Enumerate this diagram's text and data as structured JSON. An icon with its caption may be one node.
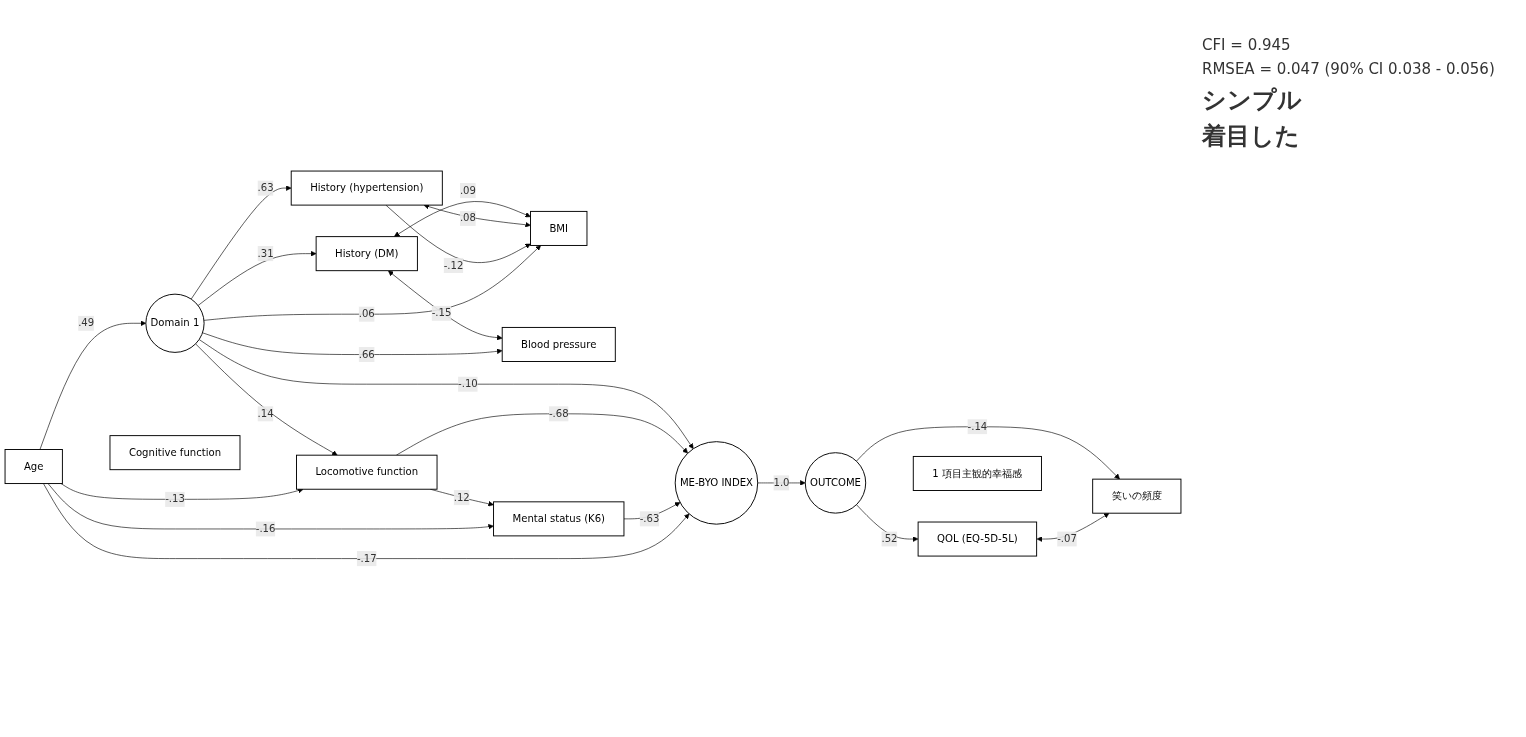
{
  "diagram": {
    "nodes": [
      {
        "text": [
          "History (DM)"
        ]
      },
      {
        "text": [
          "History (hypertension)"
        ]
      },
      {
        "text": [
          "BMI"
        ]
      },
      {
        "text": [
          "Domain 1"
        ]
      },
      {
        "text": [
          "Blood pressure"
        ]
      },
      {
        "text": [
          "QOL (EQ-5D-5L)"
        ]
      },
      {
        "text": [
          "Cognitive function"
        ]
      },
      {
        "text": [
          "ME-BYO INDEX"
        ]
      },
      {
        "text": [
          "OUTCOME"
        ]
      },
      {
        "text": [
          "1 項目主観的幸福感"
        ]
      },
      {
        "text": [
          "Locomotive function"
        ]
      },
      {
        "text": [
          "笑いの頻度"
        ]
      },
      {
        "text": [
          "Mental status (K6)"
        ]
      },
      {
        "text": [
          "Age"
        ]
      }
    ],
    "edges": [
      {
        "from": 0,
        "to": 2,
        "arrow": "both",
        "label": ".09"
      },
      {
        "from": 0,
        "to": 4,
        "arrow": "both",
        "label": "-.15"
      },
      {
        "from": 1,
        "to": 2,
        "arrow": "both",
        "label": ".08"
      },
      {
        "from": 1,
        "to": 2,
        "arrow": "to",
        "label": "-.12"
      },
      {
        "from": 3,
        "to": 0,
        "arrow": "to",
        "label": ".31"
      },
      {
        "from": 3,
        "to": 1,
        "arrow": "to",
        "label": ".63"
      },
      {
        "from": 3,
        "to": 2,
        "arrow": "to",
        "label": ".06"
      },
      {
        "from": 3,
        "to": 4,
        "arrow": "to",
        "label": ".66"
      },
      {
        "from": 3,
        "to": 7,
        "arrow": "to",
        "label": "-.10"
      },
      {
        "from": 3,
        "to": 10,
        "arrow": "to",
        "label": ".14"
      },
      {
        "from": 10,
        "to": 7,
        "arrow": "to",
        "label": "-.68"
      },
      {
        "from": 12,
        "to": 7,
        "arrow": "to",
        "label": "-.63"
      },
      {
        "from": 10,
        "to": 12,
        "arrow": "to",
        "label": ".12"
      },
      {
        "from": 13,
        "to": 10,
        "arrow": "to",
        "label": "-.13"
      },
      {
        "from": 13,
        "to": 12,
        "arrow": "to",
        "label": "-.16"
      },
      {
        "from": 13,
        "to": 3,
        "arrow": "to",
        "label": ".49"
      },
      {
        "from": 13,
        "to": 7,
        "arrow": "to",
        "label": "-.17"
      },
      {
        "from": 7,
        "to": 8,
        "arrow": "to",
        "label": "1.0"
      },
      {
        "from": 8,
        "to": 5,
        "arrow": "to",
        "label": ".52"
      },
      {
        "from": 8,
        "to": 11,
        "arrow": "to",
        "label": "-.14"
      },
      {
        "from": 5,
        "to": 11,
        "arrow": "both",
        "label": "-.07"
      }
    ],
    "labels": [
      "CFI = 0.945",
      "RMSEA = 0.047 (90% CI 0.038 - 0.056)",
      "シンプル",
      "着目した"
    ]
  }
}
